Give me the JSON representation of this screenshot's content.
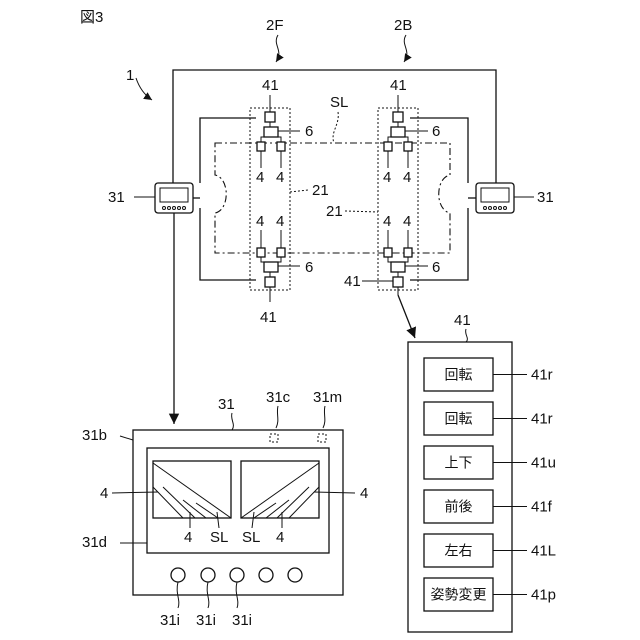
{
  "figure": {
    "title": "図3"
  },
  "labels": {
    "system": "1",
    "front": "2F",
    "back": "2B",
    "path": "SL",
    "rail_left": "21",
    "rail_right": "21",
    "unit41": "41",
    "unit6": "6",
    "wheel": "4",
    "terminal": "31"
  },
  "terminal_detail": {
    "ref": "31",
    "body": "31b",
    "display": "31d",
    "camera": "31c",
    "mic": "31m",
    "wheel_left": "4",
    "wheel_right": "4",
    "wheel_bottom_left": "4",
    "wheel_bottom_right": "4",
    "sl_left": "SL",
    "sl_right": "SL",
    "inputs": [
      "31i",
      "31i",
      "31i"
    ]
  },
  "control_unit": {
    "ref": "41",
    "buttons": [
      {
        "label": "回転",
        "ref": "41r"
      },
      {
        "label": "回転",
        "ref": "41r"
      },
      {
        "label": "上下",
        "ref": "41u"
      },
      {
        "label": "前後",
        "ref": "41f"
      },
      {
        "label": "左右",
        "ref": "41L"
      },
      {
        "label": "姿勢変更",
        "ref": "41p"
      }
    ]
  }
}
